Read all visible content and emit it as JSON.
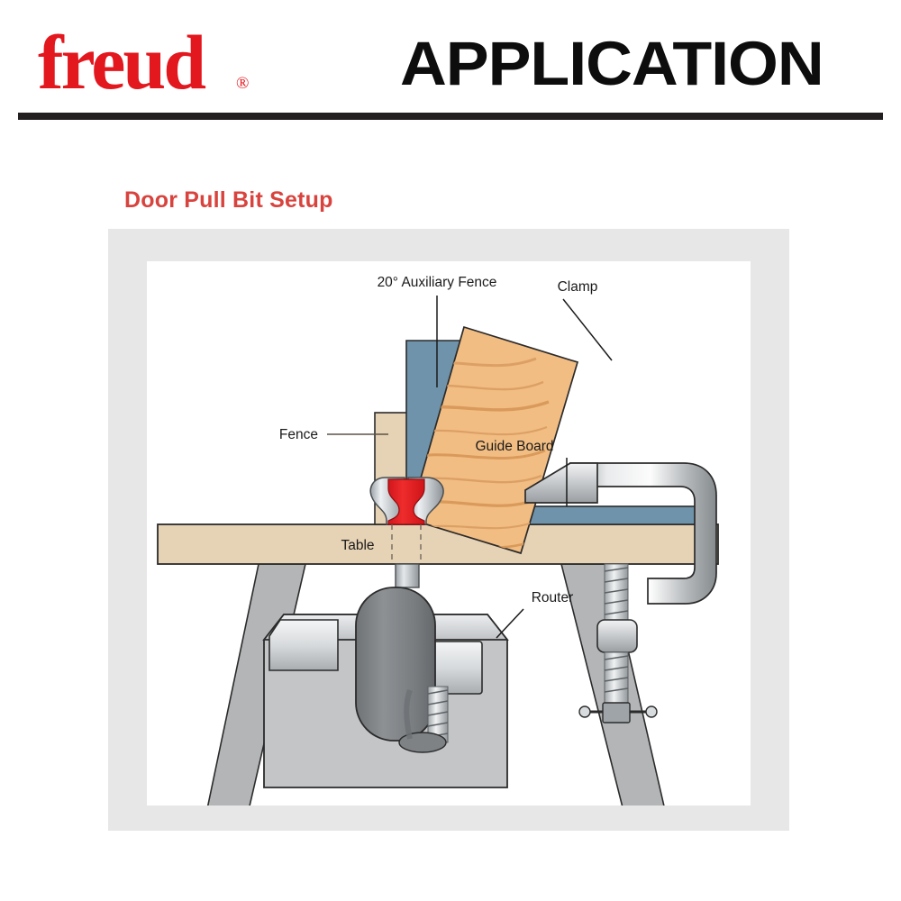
{
  "header": {
    "brand": "freud",
    "brand_registered_mark": "®",
    "title": "APPLICATION",
    "brand_color": "#e3171e",
    "rule_color": "#231f20"
  },
  "section": {
    "title": "Door Pull Bit Setup",
    "title_color": "#d8433e",
    "panel_bg": "#e7e7e7",
    "inner_bg": "#ffffff"
  },
  "diagram": {
    "type": "technical-illustration",
    "subject": "Router table setup for cutting a door pull profile",
    "labels": [
      {
        "id": "aux-fence",
        "text": "20° Auxiliary Fence"
      },
      {
        "id": "fence",
        "text": "Fence"
      },
      {
        "id": "clamp",
        "text": "Clamp"
      },
      {
        "id": "guide-board",
        "text": "Guide Board"
      },
      {
        "id": "table",
        "text": "Table"
      },
      {
        "id": "router",
        "text": "Router"
      }
    ],
    "parts": {
      "auxiliary_fence": {
        "name": "20° Auxiliary Fence",
        "angle_degrees": 20,
        "color": "#6e93aa"
      },
      "fence": {
        "name": "Fence",
        "color": "#e6d2b5"
      },
      "workpiece": {
        "name": "Workpiece",
        "color": "#f0b878",
        "grain_color": "#d99a55"
      },
      "guide_board": {
        "name": "Guide Board",
        "color": "#6e93aa"
      },
      "router_bit": {
        "name": "Door Pull Bit",
        "body_color": "#e41f25",
        "cutter_color": "#c9cdd1"
      },
      "table": {
        "name": "Table",
        "color": "#e6d2b5"
      },
      "legs": {
        "name": "Table Legs",
        "color": "#b0b2b4"
      },
      "router": {
        "name": "Router",
        "body_color": "#c3c5c7",
        "motor_color": "#808285"
      },
      "clamp": {
        "name": "Clamp",
        "color": "#d5d7d9"
      }
    }
  }
}
